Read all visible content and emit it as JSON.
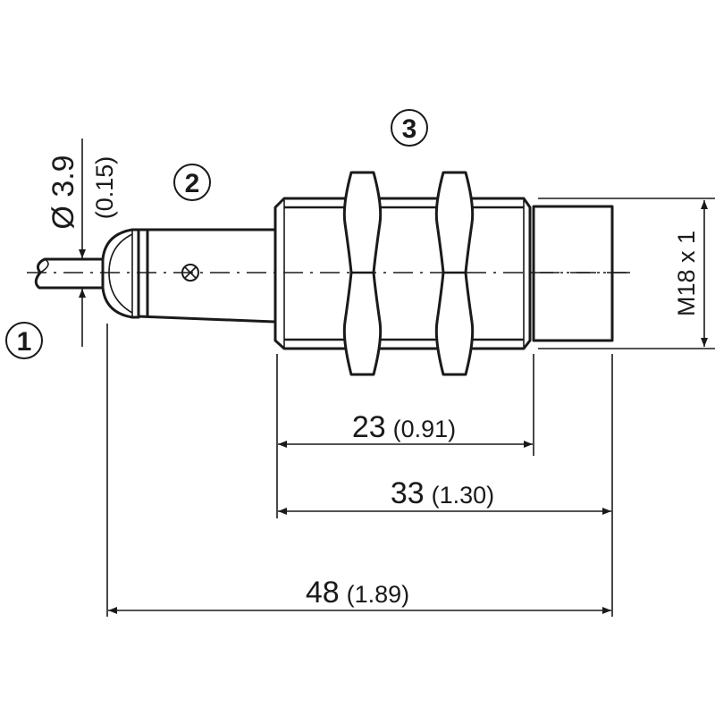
{
  "labels": {
    "callout_1": "1",
    "callout_2": "2",
    "callout_3": "3"
  },
  "dimensions": {
    "diameter": {
      "value": "Ø 3.9",
      "inch": "(0.15)"
    },
    "thread": {
      "value": "M18 x 1"
    },
    "d23": {
      "value": "23",
      "inch": "(0.91)"
    },
    "d33": {
      "value": "33",
      "inch": "(1.30)"
    },
    "d48": {
      "value": "48",
      "inch": "(1.89)"
    }
  },
  "colors": {
    "line": "#1a1a1a",
    "background": "#ffffff"
  }
}
